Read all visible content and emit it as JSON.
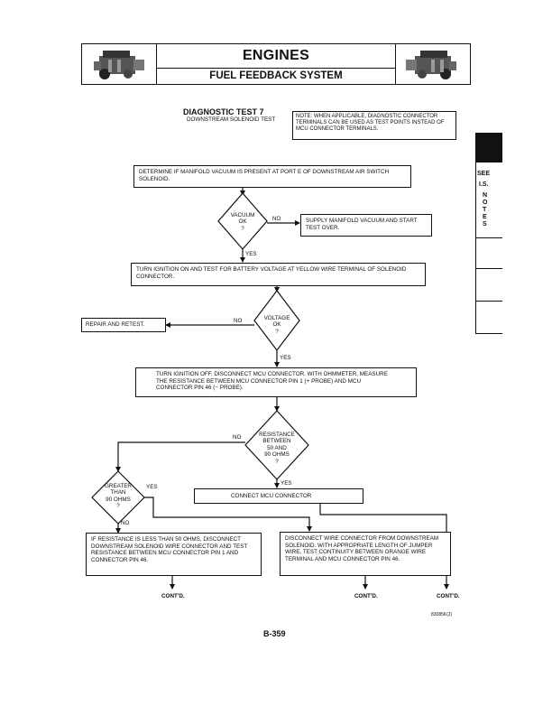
{
  "header": {
    "title": "ENGINES",
    "subtitle": "FUEL FEEDBACK SYSTEM"
  },
  "test": {
    "title": "DIAGNOSTIC TEST 7",
    "name": "DOWNSTREAM SOLENOID TEST",
    "note": "NOTE: WHEN APPLICABLE, DIAGNOSTIC CONNECTOR TERMINALS CAN BE USED AS TEST POINTS INSTEAD OF MCU CONNECTOR TERMINALS."
  },
  "sidebar": {
    "see": "SEE",
    "is": "I.S.",
    "notes_letters": [
      "N",
      "O",
      "T",
      "E",
      "S"
    ]
  },
  "flow": {
    "step1": "DETERMINE IF MANIFOLD VACUUM IS PRESENT AT PORT E OF DOWNSTREAM AIR SWITCH SOLENOID.",
    "decision_vacuum": [
      "VACUUM",
      "OK",
      "?"
    ],
    "no_vacuum": "NO",
    "supply_vacuum": "SUPPLY MANIFOLD VACUUM AND START TEST OVER.",
    "yes_vacuum": "YES",
    "step2": "TURN IGNITION ON AND TEST FOR BATTERY VOLTAGE AT YELLOW WIRE TERMINAL OF SOLENOID CONNECTOR.",
    "decision_voltage": [
      "VOLTAGE",
      "OK",
      "?"
    ],
    "no_voltage": "NO",
    "repair": "REPAIR AND RETEST.",
    "yes_voltage": "YES",
    "step3": "TURN IGNITION OFF. DISCONNECT MCU CONNECTOR. WITH OHMMETER, MEASURE THE RESISTANCE BETWEEN MCU CONNECTOR PIN 1 (+ PROBE) AND MCU CONNECTOR PIN 46 (− PROBE).",
    "decision_resistance": [
      "RESISTANCE",
      "BETWEEN",
      "50 AND",
      "90 OHMS",
      "?"
    ],
    "no_resistance": "NO",
    "yes_resistance": "YES",
    "connect_mcu": "CONNECT MCU CONNECTOR",
    "decision_greater": [
      "GREATER",
      "THAN",
      "90 OHMS",
      "?"
    ],
    "yes_greater": "YES",
    "no_greater": "NO",
    "step_less": "IF RESISTANCE IS LESS THAN 50 OHMS, DISCONNECT DOWNSTREAM SOLENOID WIRE CONNECTOR AND TEST RESISTANCE BETWEEN MCU CONNECTOR PIN 1 AND CONNECTOR PIN 46.",
    "step_disconnect": "DISCONNECT WIRE CONNECTOR FROM DOWNSTREAM SOLENOID. WITH APPROPRIATE LENGTH OF JUMPER WIRE, TEST CONTINUITY BETWEEN ORANGE WIRE TERMINAL AND MCU CONNECTOR PIN 46.",
    "contd_1": "CONT'D.",
    "contd_2": "CONT'D.",
    "contd_3": "CONT'D."
  },
  "footer": {
    "code": "83085K(J)",
    "page": "B-359"
  }
}
